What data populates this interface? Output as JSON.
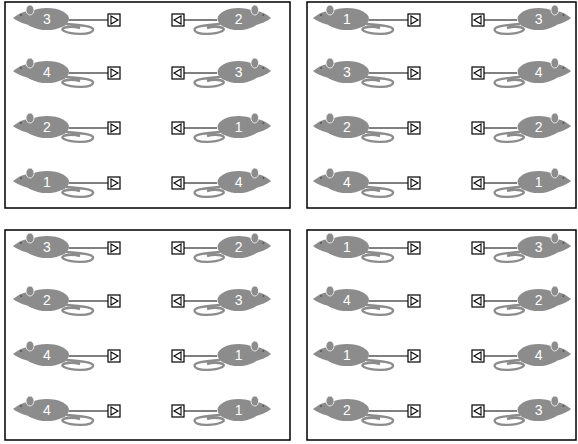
{
  "diagram": {
    "nodes": [
      {
        "text": [
          "3"
        ]
      },
      {
        "text": [
          "2"
        ]
      },
      {
        "text": [
          "4"
        ]
      },
      {
        "text": [
          "3"
        ]
      },
      {
        "text": [
          "2"
        ]
      },
      {
        "text": [
          "1"
        ]
      },
      {
        "text": [
          "1"
        ]
      },
      {
        "text": [
          "4"
        ]
      },
      {
        "text": [
          "1"
        ]
      },
      {
        "text": [
          "3"
        ]
      },
      {
        "text": [
          "3"
        ]
      },
      {
        "text": [
          "4"
        ]
      },
      {
        "text": [
          "2"
        ]
      },
      {
        "text": [
          "2"
        ]
      },
      {
        "text": [
          "4"
        ]
      },
      {
        "text": [
          "1"
        ]
      },
      {
        "text": [
          "3"
        ]
      },
      {
        "text": [
          "2"
        ]
      },
      {
        "text": [
          "2"
        ]
      },
      {
        "text": [
          "3"
        ]
      },
      {
        "text": [
          "4"
        ]
      },
      {
        "text": [
          "1"
        ]
      },
      {
        "text": [
          "4"
        ]
      },
      {
        "text": [
          "1"
        ]
      },
      {
        "text": [
          "1"
        ]
      },
      {
        "text": [
          "3"
        ]
      },
      {
        "text": [
          "4"
        ]
      },
      {
        "text": [
          "2"
        ]
      },
      {
        "text": [
          "1"
        ]
      },
      {
        "text": [
          "4"
        ]
      },
      {
        "text": [
          "2"
        ]
      },
      {
        "text": [
          "3"
        ]
      }
    ]
  }
}
